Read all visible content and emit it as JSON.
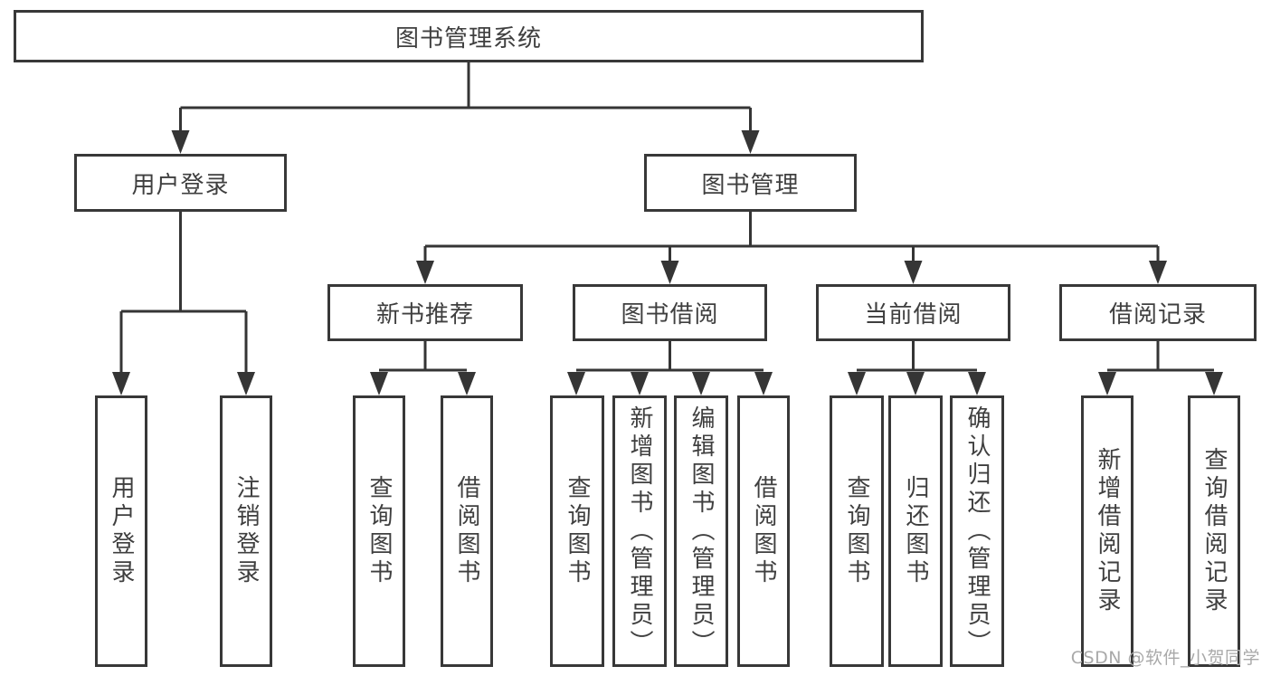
{
  "tree": {
    "root": {
      "label": "图书管理系统"
    },
    "level2": [
      {
        "label": "用户登录",
        "children": [
          {
            "label": "用户登录"
          },
          {
            "label": "注销登录"
          }
        ]
      },
      {
        "label": "图书管理",
        "children": [
          {
            "label": "新书推荐",
            "children": [
              {
                "label": "查询图书"
              },
              {
                "label": "借阅图书"
              }
            ]
          },
          {
            "label": "图书借阅",
            "children": [
              {
                "label": "查询图书"
              },
              {
                "label": "新增图书（管理员）"
              },
              {
                "label": "编辑图书（管理员）"
              },
              {
                "label": "借阅图书"
              }
            ]
          },
          {
            "label": "当前借阅",
            "children": [
              {
                "label": "查询图书"
              },
              {
                "label": "归还图书"
              },
              {
                "label": "确认归还（管理员）"
              }
            ]
          },
          {
            "label": "借阅记录",
            "children": [
              {
                "label": "新增借阅记录"
              },
              {
                "label": "查询借阅记录"
              }
            ]
          }
        ]
      }
    ],
    "watermark": "CSDN @软件_小贺同学",
    "colors": {
      "line": "#353535",
      "border": "#383838",
      "text": "#3f3f3f",
      "watermark": "#a9a9a9",
      "background": "#ffffff"
    }
  }
}
